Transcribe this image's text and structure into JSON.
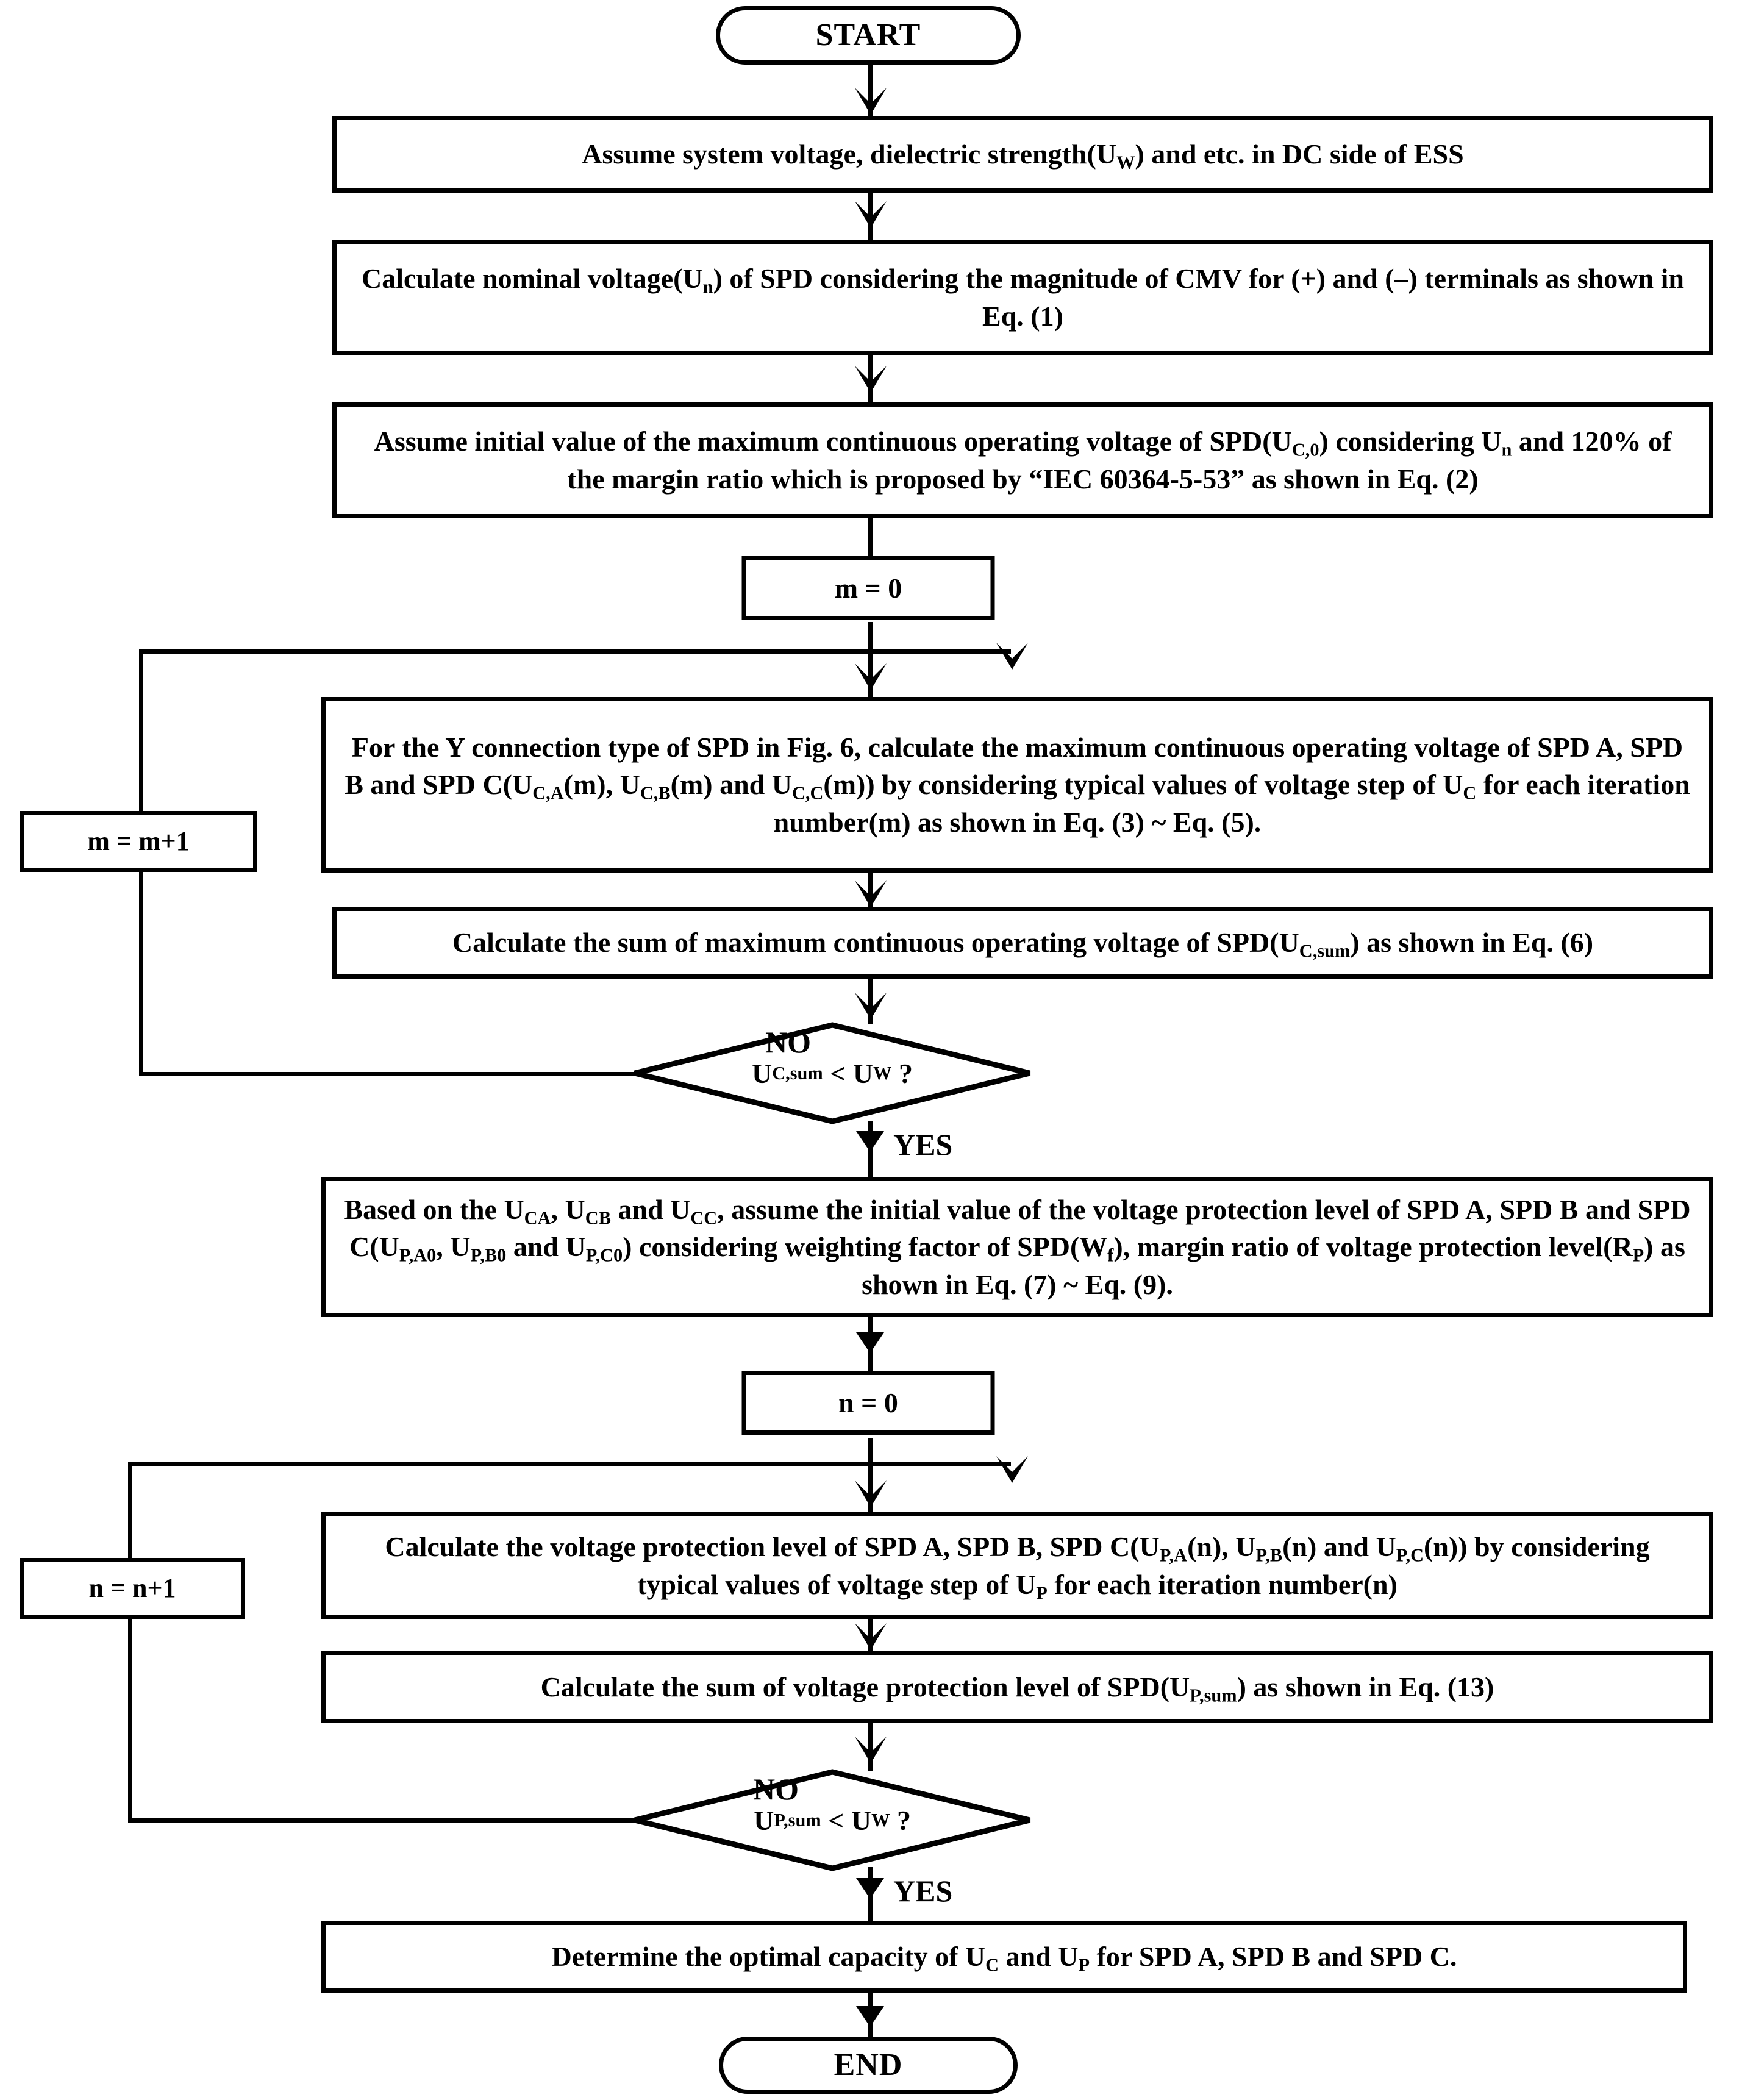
{
  "diagram": {
    "title": "SPD capacity determination flowchart",
    "stroke_color": "#000000",
    "background_color": "#FFFFFF",
    "nodes": {
      "start": {
        "label": "START",
        "shape": "terminator"
      },
      "step1": {
        "label": "Assume system voltage, dielectric strength(U_W) and etc. in DC side of ESS",
        "shape": "process"
      },
      "step2": {
        "label": "Calculate nominal voltage(U_n) of SPD considering the magnitude of CMV for (+) and (–) terminals as shown in Eq. (1)",
        "shape": "process"
      },
      "step3": {
        "label": "Assume initial value of the maximum continuous operating voltage of SPD(U_C,0) considering U_n and 120% of the margin ratio which is proposed by “IEC 60364-5-53” as shown in Eq. (2)",
        "shape": "process"
      },
      "m_init": {
        "label": "m = 0",
        "shape": "process"
      },
      "m_incr": {
        "label": "m = m+1",
        "shape": "process"
      },
      "step4": {
        "label": "For the Y connection type of SPD in Fig. 6, calculate the maximum continuous operating voltage of SPD A, SPD B and SPD C(U_C,A(m), U_C,B(m) and U_C,C(m)) by considering typical values of voltage step of U_C for each iteration number(m) as shown in Eq. (3) ~ Eq. (5).",
        "shape": "process"
      },
      "step5": {
        "label": "Calculate the sum of maximum continuous operating voltage of SPD(U_C,sum) as shown in Eq. (6)",
        "shape": "process"
      },
      "decision1": {
        "label": "U_C,sum < U_W ?",
        "shape": "decision",
        "yes": "YES",
        "no": "NO"
      },
      "step6": {
        "label": "Based on the U_CA, U_CB and U_CC, assume the initial value of the voltage protection level of SPD A, SPD B and SPD C(U_P,A0, U_P,B0 and U_P,C0) considering weighting factor of SPD(W_f), margin ratio of voltage protection level(R_P) as shown in Eq. (7) ~ Eq. (9).",
        "shape": "process"
      },
      "n_init": {
        "label": "n = 0",
        "shape": "process"
      },
      "n_incr": {
        "label": "n = n+1",
        "shape": "process"
      },
      "step7": {
        "label": "Calculate the voltage protection level of SPD A, SPD B, SPD C(U_P,A(n), U_P,B(n) and U_P,C(n)) by considering typical values of voltage step of U_P for each iteration number(n)",
        "shape": "process"
      },
      "step8": {
        "label": "Calculate the sum of voltage protection level of SPD(U_P,sum) as shown in Eq. (13)",
        "shape": "process"
      },
      "decision2": {
        "label": "U_P,sum < U_W ?",
        "shape": "decision",
        "yes": "YES",
        "no": "NO"
      },
      "step9": {
        "label": "Determine the optimal capacity of U_C and U_P for SPD A, SPD B and SPD C.",
        "shape": "process"
      },
      "end": {
        "label": "END",
        "shape": "terminator"
      }
    },
    "edge_labels": {
      "no_1": "NO",
      "yes_1": "YES",
      "no_2": "NO",
      "yes_2": "YES"
    }
  }
}
